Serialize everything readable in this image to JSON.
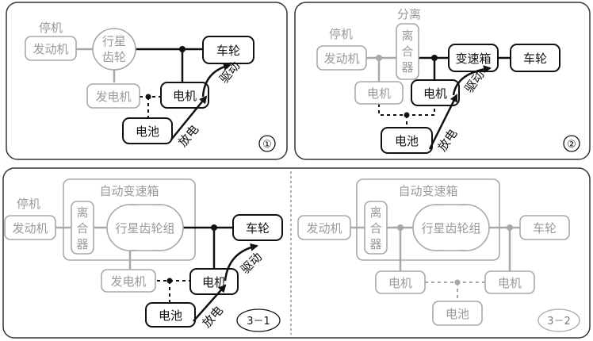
{
  "panel1": {
    "idle_label": "停机",
    "engine": "发动机",
    "planetary": [
      "行星",
      "齿轮"
    ],
    "generator": "发电机",
    "motor": "电机",
    "wheel": "车轮",
    "battery": "电池",
    "drive": "驱动",
    "discharge": "放电",
    "number": "①"
  },
  "panel2": {
    "idle_label": "停机",
    "decouple_label": "分离",
    "engine": "发动机",
    "clutch": [
      "离",
      "合",
      "器"
    ],
    "gearbox": "变速箱",
    "wheel": "车轮",
    "generator_motor": "电机",
    "motor": "电机",
    "battery": "电池",
    "drive": "驱动",
    "discharge": "放电",
    "number": "②"
  },
  "panel3_1": {
    "idle_label": "停机",
    "transmission": "自动变速箱",
    "engine": "发动机",
    "clutch": [
      "离",
      "合",
      "器"
    ],
    "planetary_set": "行星齿轮组",
    "wheel": "车轮",
    "generator": "发电机",
    "motor": "电机",
    "battery": "电池",
    "drive": "驱动",
    "discharge": "放电",
    "number": "3－1"
  },
  "panel3_2": {
    "transmission": "自动变速箱",
    "engine": "发动机",
    "clutch": [
      "离",
      "合",
      "器"
    ],
    "planetary_set": "行星齿轮组",
    "wheel": "车轮",
    "motor_left": "电机",
    "motor_right": "电机",
    "battery": "电池",
    "number": "3－2"
  }
}
